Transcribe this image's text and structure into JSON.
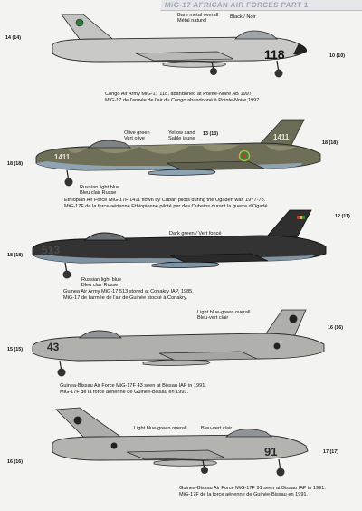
{
  "header": {
    "title": "MiG-17 AFRICAN AIR FORCES PART 1"
  },
  "profiles": [
    {
      "id": "congo",
      "scheme_color": "#c8c9c7",
      "tail_number": "118",
      "labels": {
        "main": "Bare metal overall",
        "main_fr": "Métal naturel",
        "secondary": "Black / Noir"
      },
      "refs": [
        "14 (14)",
        "10 (10)"
      ],
      "caption": [
        "Congo Air Army MiG-17 118, abandoned at Pointe-Noire AB 1997.",
        "MiG-17 de l'armée de l'air du Congo abandonné à Pointe-Noire,1997."
      ]
    },
    {
      "id": "ethiopia",
      "scheme_color": "#6f6f58",
      "tail_number": "1411",
      "labels": {
        "main": "Olive green",
        "main_fr": "Vert olive",
        "secondary": "Yellow sand",
        "secondary_fr": "Sable jaune",
        "underside": "Russian light blue",
        "underside_fr": "Bleu clair Russe"
      },
      "refs": [
        "13 (13)",
        "18 (18)",
        "18 (18)"
      ],
      "caption": [
        "Ethiopian Air Force MiG-17F 1411 flown by Cuban pilots during the Ogaden war, 1977-78.",
        "MiG-17F de la force aérienne Ethiopienne piloté par des Cubains durant la guerre d'Ogadé"
      ]
    },
    {
      "id": "guinea",
      "scheme_color": "#333333",
      "tail_number": "513",
      "labels": {
        "main": "Dark green / Vert foncé",
        "underside": "Russian light blue",
        "underside_fr": "Bleu clair Russe"
      },
      "refs": [
        "12 (11)",
        "18 (18)"
      ],
      "caption": [
        "Guinea Air Army MiG-17 513 stored at Conakry IAP, 1985.",
        "MiG-17 de l'armée de l'air de Guinée stocké à Conakry."
      ]
    },
    {
      "id": "gb43",
      "scheme_color": "#b0b1ad",
      "tail_number": "43",
      "labels": {
        "main": "Light blue-green overall",
        "main_fr": "Bleu-vert clair"
      },
      "refs": [
        "16 (16)",
        "15 (15)"
      ],
      "caption": [
        "Guinea-Bissau Air Force MiG-17F 43 seen at Bissau IAP in 1991.",
        "MiG-17F de la force aérienne de Guinée-Bissau en 1991."
      ]
    },
    {
      "id": "gb91",
      "scheme_color": "#b3b4b0",
      "tail_number": "91",
      "labels": {
        "main": "Light blue-green overall",
        "main_fr": "Bleu-vert clair"
      },
      "refs": [
        "16 (16)",
        "17 (17)"
      ],
      "caption": [
        "Guinea-Bissau Air Force MiG-17F 91 seen at Bissau IAP in 1991.",
        "MiG-17F de la force aérienne de Guinée-Bissau en 1991."
      ]
    }
  ]
}
